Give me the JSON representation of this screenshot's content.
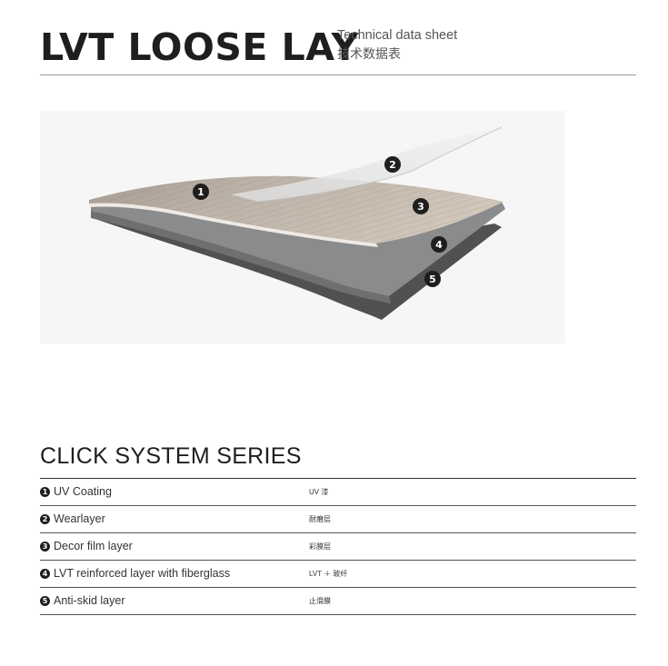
{
  "header": {
    "title": "LVT LOOSE LAY",
    "subtitle": "Technical data sheet",
    "subtitle_cn": "技术数据表"
  },
  "figure": {
    "markers": [
      "1",
      "2",
      "3",
      "4",
      "5"
    ]
  },
  "section": {
    "title": "CLICK SYSTEM SERIES"
  },
  "layers": [
    {
      "num": "1",
      "en": "UV Coating",
      "cn": "UV 漆"
    },
    {
      "num": "2",
      "en": "Wearlayer",
      "cn": "耐磨层"
    },
    {
      "num": "3",
      "en": "Decor film layer",
      "cn": "彩膜层"
    },
    {
      "num": "4",
      "en": "LVT reinforced layer with fiberglass",
      "cn": "LVT ＋ 玻纤"
    },
    {
      "num": "5",
      "en": "Anti-skid layer",
      "cn": "止滑膜"
    }
  ]
}
